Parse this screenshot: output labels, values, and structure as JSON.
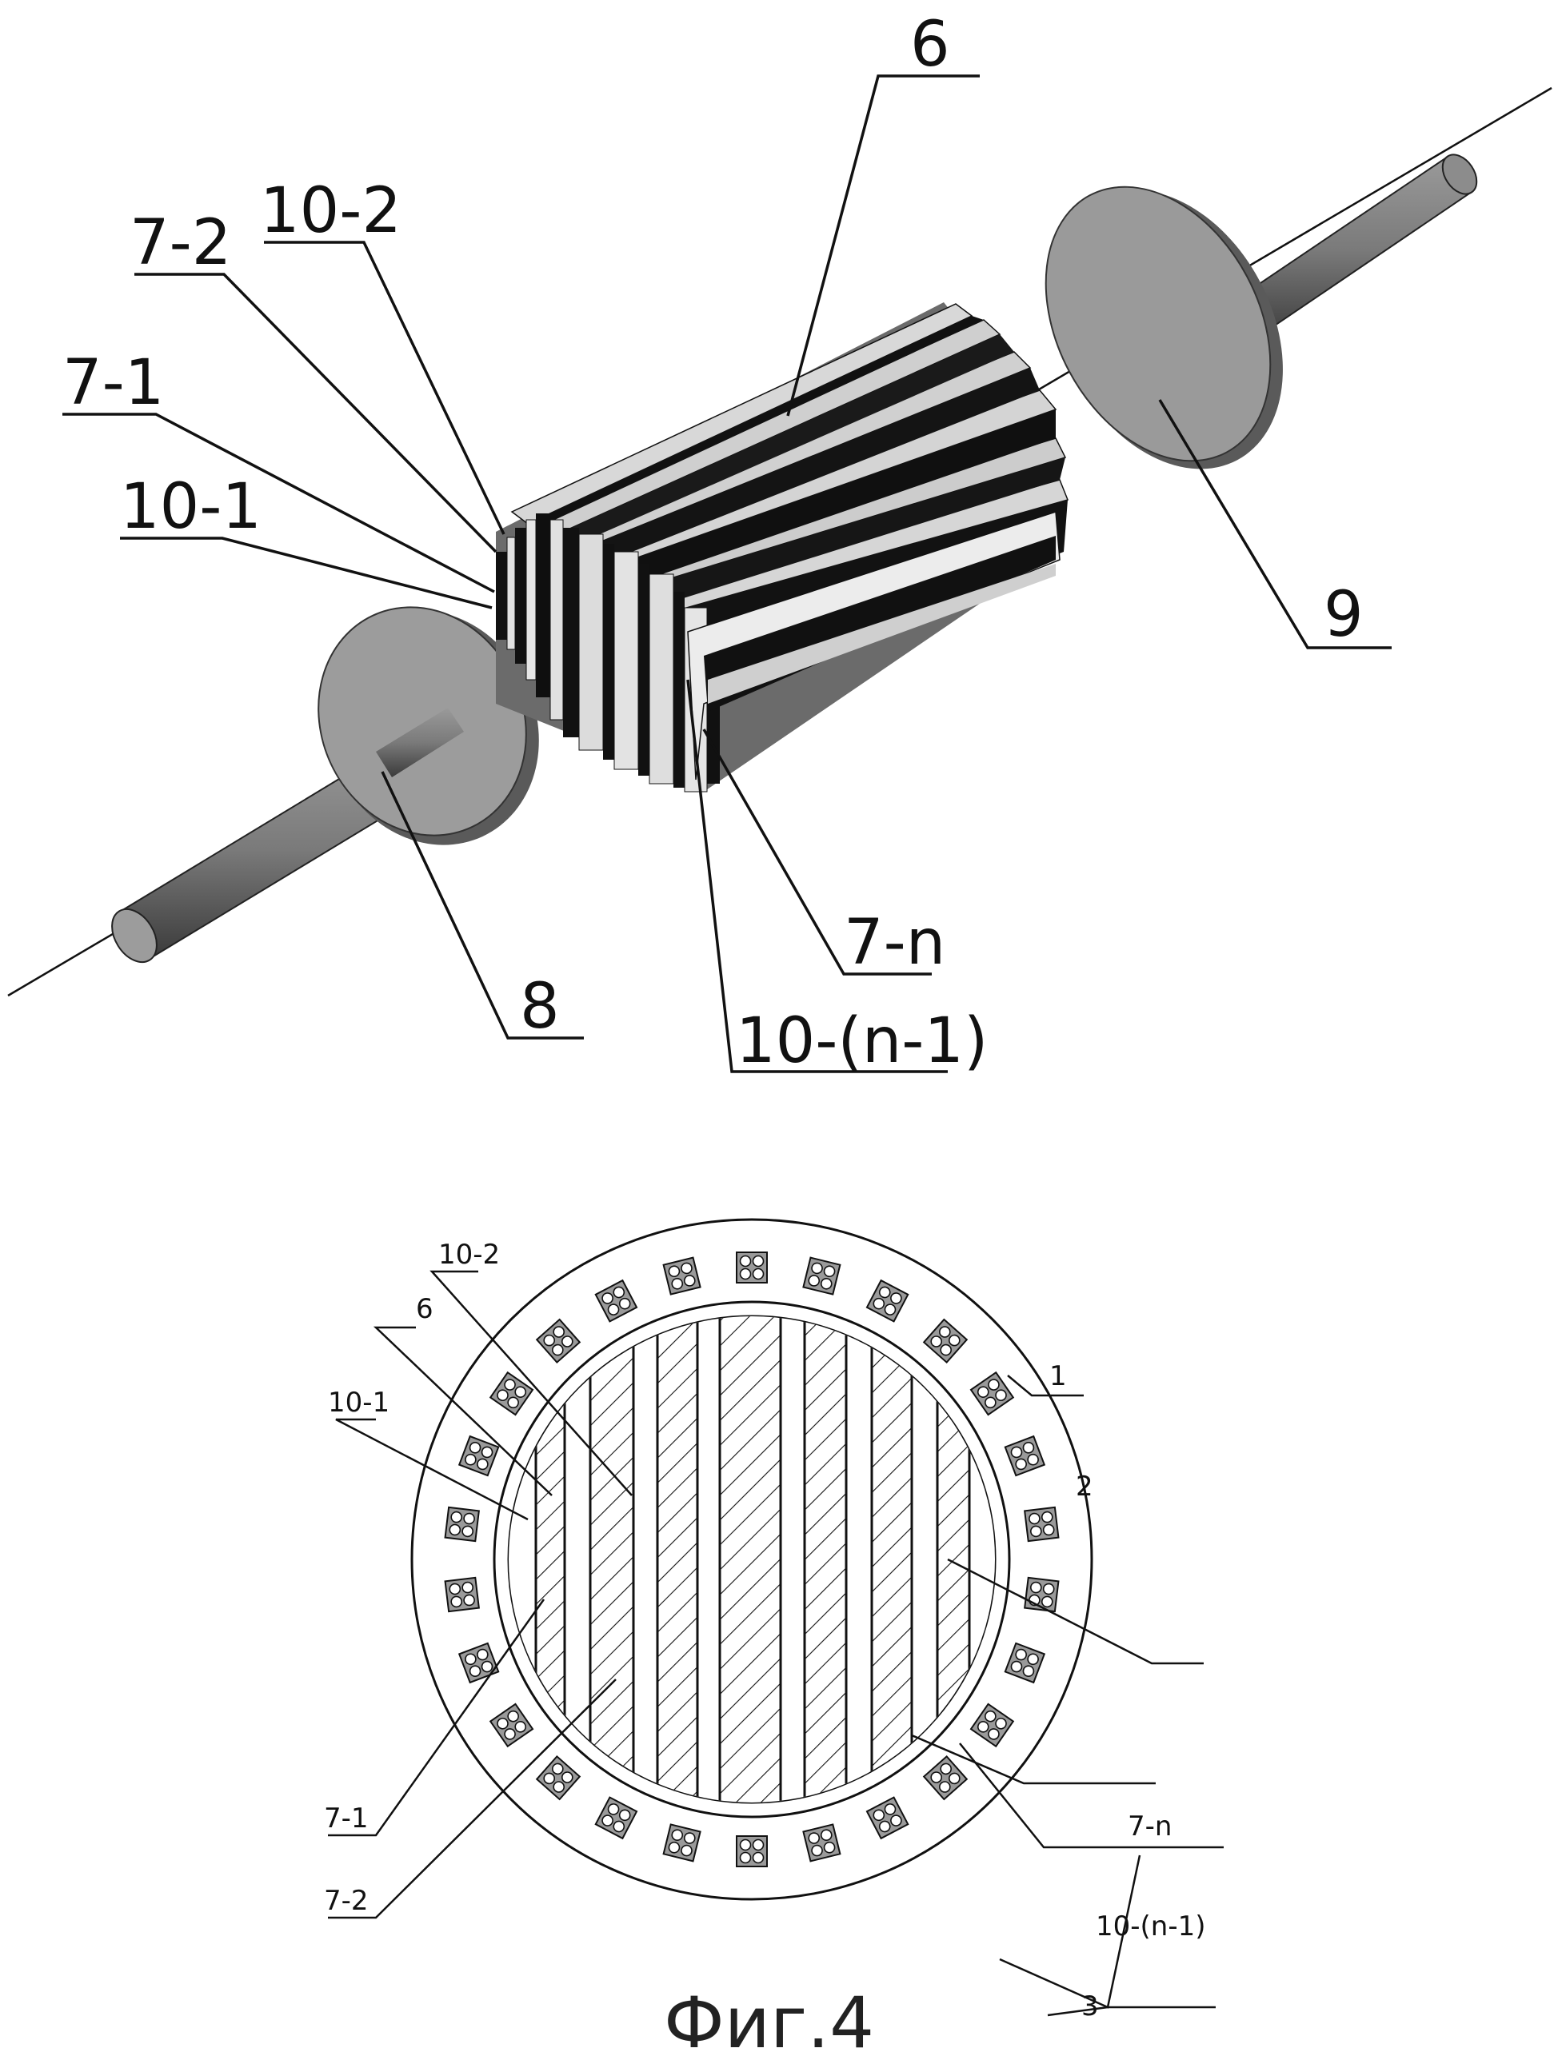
{
  "figure_3d": {
    "labels": {
      "l6": "6",
      "l10_2": "10-2",
      "l7_2": "7-2",
      "l7_1": "7-1",
      "l10_1": "10-1",
      "l9": "9",
      "l8": "8",
      "l7_n": "7-n",
      "l10_n1": "10-(n-1)"
    }
  },
  "figure_section": {
    "labels": {
      "l10_2": "10-2",
      "l6": "6",
      "l10_1": "10-1",
      "l1": "1",
      "l2": "2",
      "l7_1": "7-1",
      "l7_2": "7-2",
      "l7_n": "7-n",
      "l10_n1": "10-(n-1)",
      "l3": "3"
    }
  },
  "caption": "Фиг.4"
}
